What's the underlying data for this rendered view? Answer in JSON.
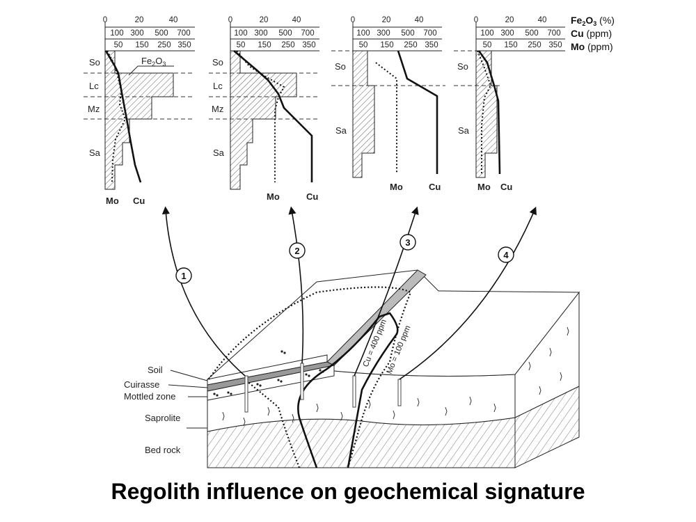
{
  "caption": "Regolith influence on geochemical signature",
  "axis_legend": {
    "fe_label": "Fe",
    "fe_sub": "2",
    "fe_mid": "O",
    "fe_sub2": "3",
    "fe_unit": " (%)",
    "cu_label": "Cu",
    "cu_unit": " (ppm)",
    "mo_label": "Mo",
    "mo_unit": " (ppm)"
  },
  "scales": {
    "fe_ticks": [
      "0",
      "20",
      "40"
    ],
    "cu_ticks": [
      "100",
      "300",
      "500",
      "700"
    ],
    "mo_ticks": [
      "50",
      "150",
      "250",
      "350"
    ]
  },
  "profiles": [
    {
      "number": "1",
      "horizons": [
        "So",
        "Lc",
        "Mz",
        "Sa"
      ],
      "fe_annotation": "Fe2O3",
      "mo_label": "Mo",
      "cu_label": "Cu"
    },
    {
      "number": "2",
      "horizons": [
        "So",
        "Lc",
        "Mz",
        "Sa"
      ],
      "mo_label": "Mo",
      "cu_label": "Cu"
    },
    {
      "number": "3",
      "horizons": [
        "So",
        "Sa"
      ],
      "mo_label": "Mo",
      "cu_label": "Cu"
    },
    {
      "number": "4",
      "horizons": [
        "So",
        "Sa"
      ],
      "mo_label": "Mo",
      "cu_label": "Cu"
    }
  ],
  "block_labels": {
    "soil": "Soil",
    "cuirasse": "Cuirasse",
    "mottled": "Mottled zone",
    "saprolite": "Saprolite",
    "bedrock": "Bed rock"
  },
  "contours": {
    "cu": "Cu = 400 ppm",
    "mo": "Mo = 100 ppm"
  }
}
